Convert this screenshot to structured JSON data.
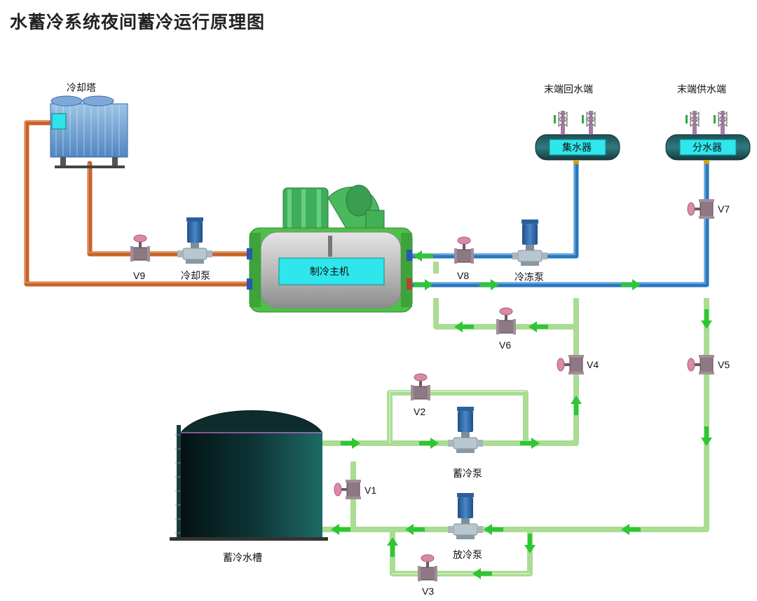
{
  "title": "水蓄冷系统夜间蓄冷运行原理图",
  "components": {
    "cooling_tower": "冷却塔",
    "chiller": "制冷主机",
    "cooling_pump": "冷却泵",
    "chilled_pump": "冷冻泵",
    "storage_pump": "蓄冷泵",
    "discharge_pump": "放冷泵",
    "storage_tank": "蓄冷水槽",
    "collector": "集水器",
    "distributor": "分水器",
    "terminal_return": "末端回水端",
    "terminal_supply": "末端供水端"
  },
  "valves": {
    "v1": "V1",
    "v2": "V2",
    "v3": "V3",
    "v4": "V4",
    "v5": "V5",
    "v6": "V6",
    "v7": "V7",
    "v8": "V8",
    "v9": "V9"
  },
  "colors": {
    "cooling_pipe": "#c8622a",
    "chilled_pipe": "#2a78c0",
    "storage_pipe": "#a9dd92",
    "flow_arrow": "#2ec635",
    "header_box": "#35b8c2",
    "label_box": "#2fe6ec",
    "chiller_frame": "#4ec04a",
    "tank": "#103436"
  }
}
